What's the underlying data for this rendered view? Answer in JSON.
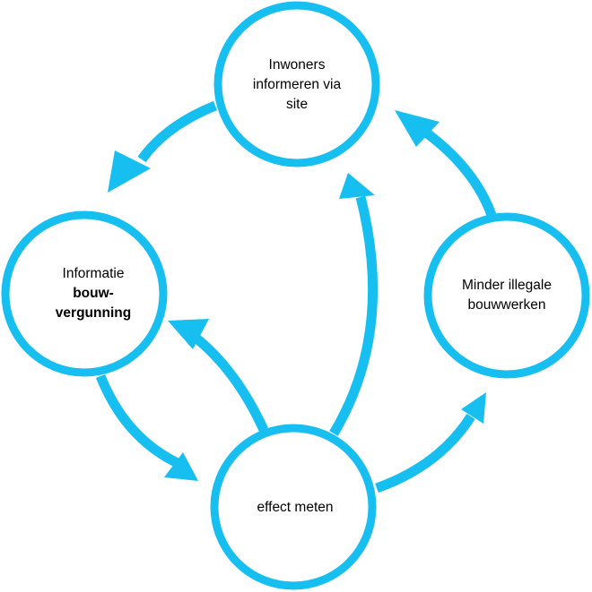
{
  "colors": {
    "accent": "#17BFF0",
    "text": "#000000",
    "background": "#FFFFFF"
  },
  "nodes": {
    "top": {
      "line1": "Inwoners",
      "line2": "informeren via",
      "line3": "site"
    },
    "left": {
      "line1": "Informatie",
      "line2": "bouw-",
      "line3": "vergunning"
    },
    "right": {
      "line1": "Minder illegale",
      "line2": "bouwwerken"
    },
    "bottom": {
      "line1": "effect meten"
    }
  }
}
